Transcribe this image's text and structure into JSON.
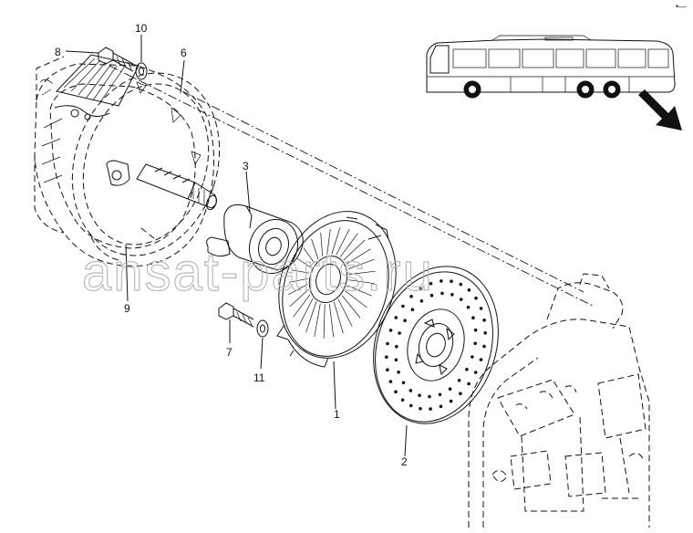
{
  "watermark": "ansat-parts.ru",
  "corner_mark": "•—",
  "callouts": {
    "c1": "1",
    "c2": "2",
    "c3": "3",
    "c6": "6",
    "c7": "7",
    "c8": "8",
    "c9": "9",
    "c10": "10",
    "c11": "11"
  },
  "colors": {
    "line": "#111111",
    "watermark": "#b9b9b9",
    "background": "#ffffff"
  },
  "icons": {
    "locator": "bus-locator-icon",
    "arrow": "location-arrow-icon"
  }
}
